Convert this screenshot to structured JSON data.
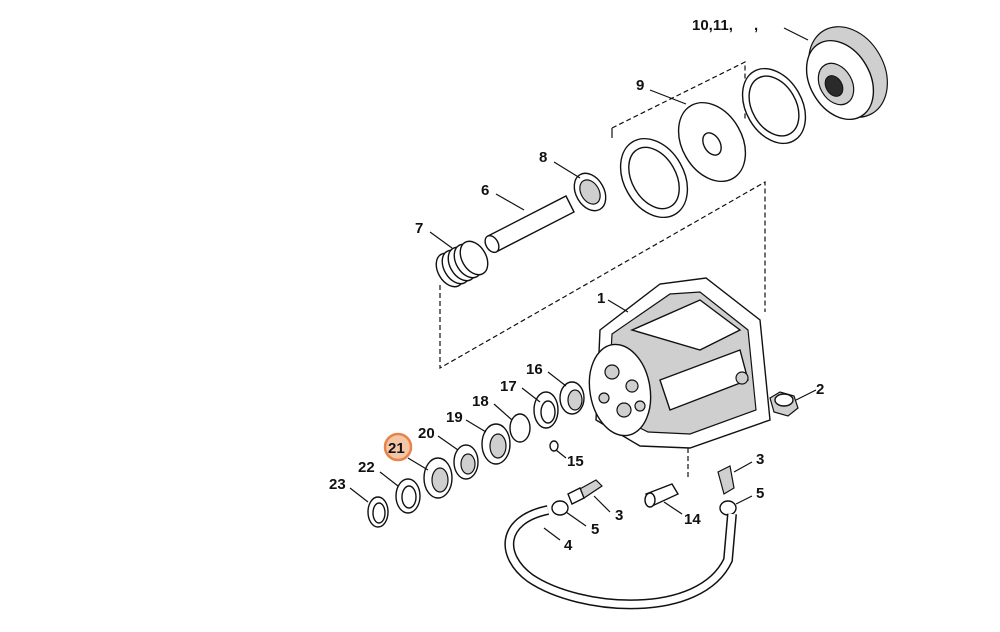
{
  "diagram": {
    "highlight_color": "#e8834a",
    "selected_part": "21",
    "labels": {
      "p1": "1",
      "p2": "2",
      "p3a": "3",
      "p3b": "3",
      "p4": "4",
      "p5a": "5",
      "p5b": "5",
      "p6": "6",
      "p7": "7",
      "p8": "8",
      "p9": "9",
      "p10": "10,11,",
      "p10b": ",",
      "p14": "14",
      "p15": "15",
      "p16": "16",
      "p17": "17",
      "p18": "18",
      "p19": "19",
      "p20": "20",
      "p21": "21",
      "p22": "22",
      "p23": "23"
    }
  }
}
